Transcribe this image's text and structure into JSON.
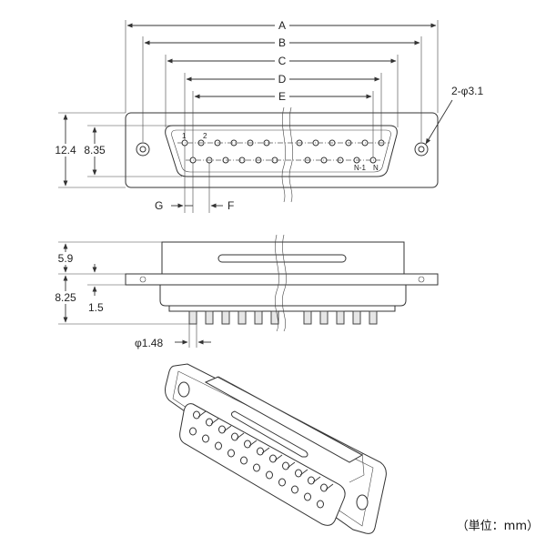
{
  "dimensions": {
    "A": "A",
    "B": "B",
    "C": "C",
    "D": "D",
    "E": "E",
    "hole": "2-φ3.1",
    "height_outer": "12.4",
    "height_inner": "8.35",
    "G": "G",
    "F": "F",
    "side_top": "5.9",
    "side_total": "8.25",
    "side_flange": "1.5",
    "pin_dia": "φ1.48"
  },
  "pin_labels": {
    "first": "1",
    "second": "2",
    "last_minus_one": "N-1",
    "last": "N"
  },
  "unit_note": "（単位：mm）"
}
